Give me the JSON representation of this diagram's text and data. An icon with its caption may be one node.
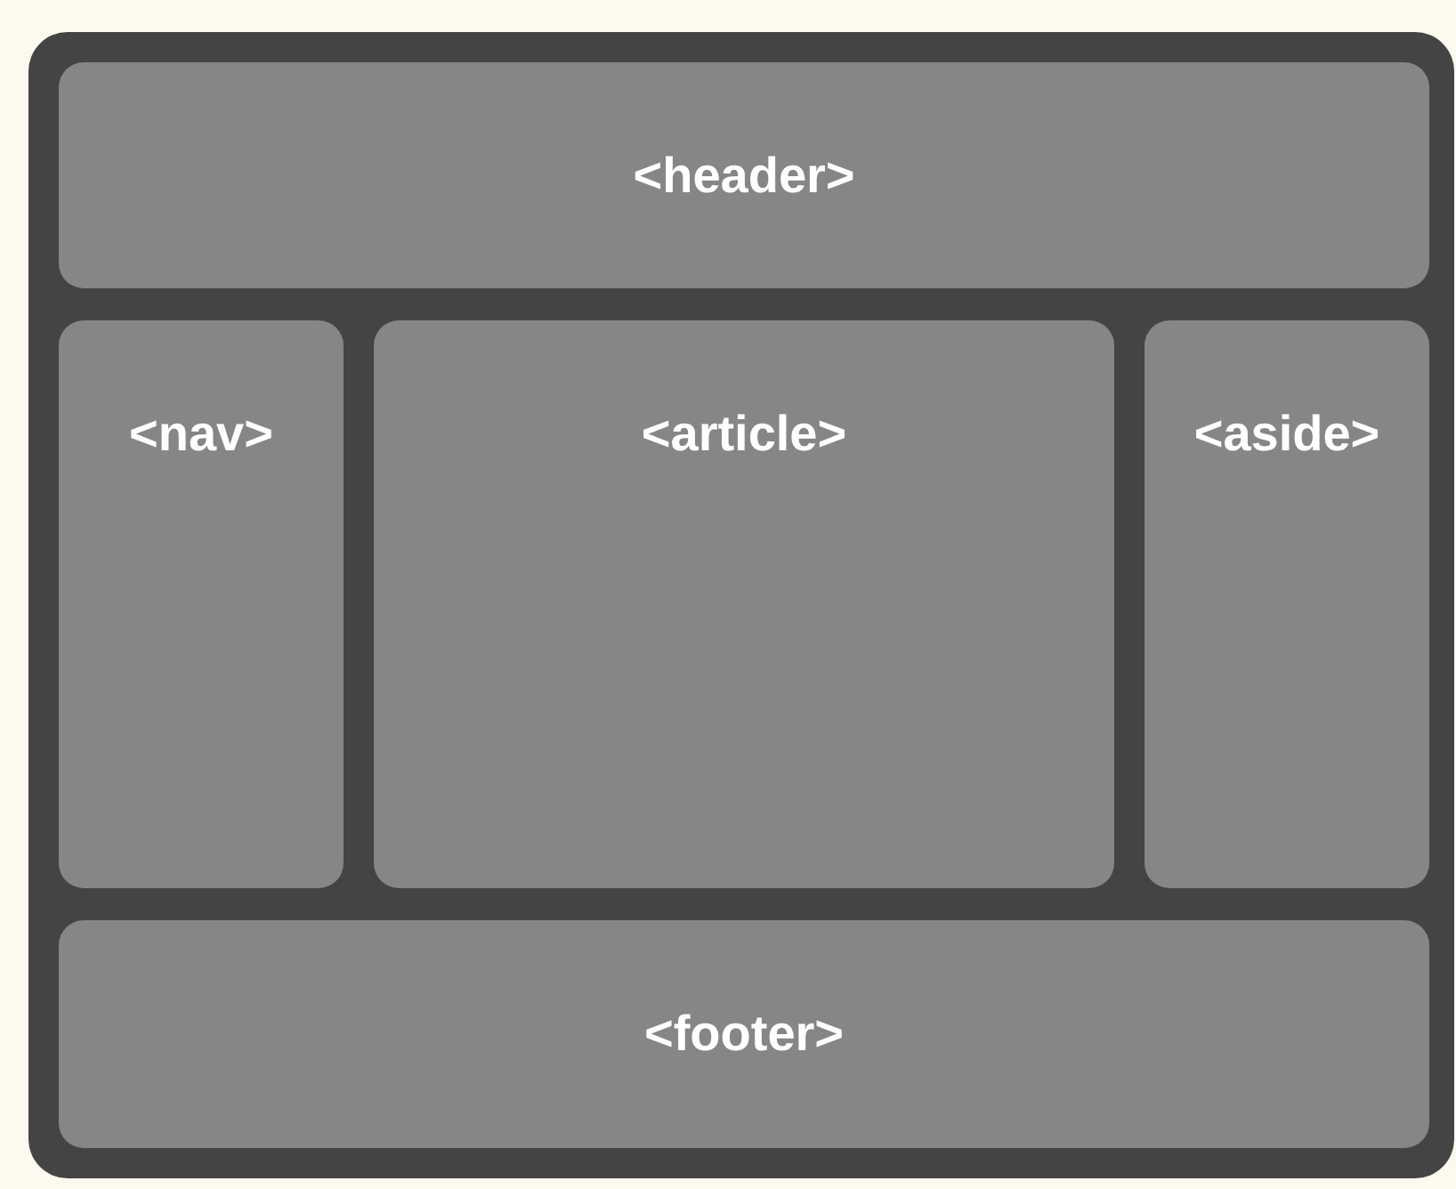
{
  "diagram": {
    "nodes": [
      {
        "text": [],
        "shape": "box"
      },
      {
        "text": [
          "<header>"
        ],
        "in": 0
      },
      {
        "text": [
          "<nav>"
        ],
        "in": 0
      },
      {
        "text": [
          "<article>"
        ],
        "in": 0
      },
      {
        "text": [
          "<aside>"
        ],
        "in": 0
      },
      {
        "text": [
          "<footer>"
        ],
        "in": 0
      }
    ]
  }
}
